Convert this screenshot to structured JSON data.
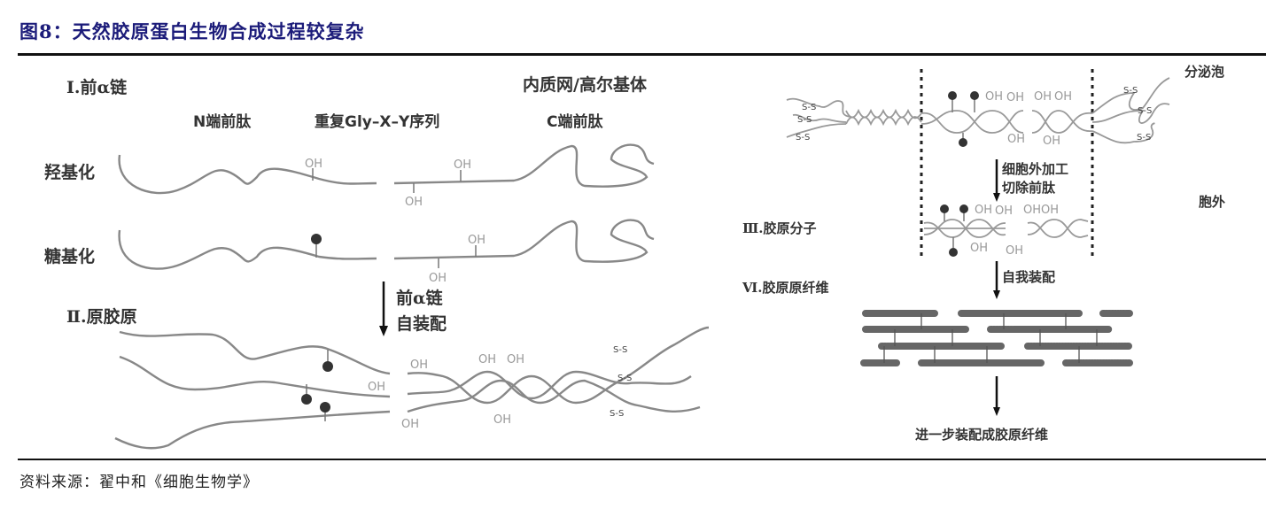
{
  "figure": {
    "title": "图8：天然胶原蛋白生物合成过程较复杂",
    "source": "资料来源：翟中和《细胞生物学》"
  },
  "left_panel": {
    "stage1_label": "Ⅰ.前α链",
    "location_label": "内质网/高尔基体",
    "column_labels": {
      "n_propeptide": "N端前肽",
      "repeat_seq": "重复Gly–X–Y序列",
      "c_propeptide": "C端前肽"
    },
    "row_labels": {
      "hydroxylation": "羟基化",
      "glycosylation": "糖基化"
    },
    "arrow_label_line1": "前α链",
    "arrow_label_line2": "自装配",
    "stage2_label": "Ⅱ.原胶原",
    "oh": "OH",
    "ss": "S-S"
  },
  "right_panel": {
    "secretory_vesicle_label": "分泌泡",
    "extracellular_label": "胞外",
    "step1_line1": "细胞外加工",
    "step1_line2": "切除前肽",
    "stage3_label": "Ⅲ.胶原分子",
    "step2_label": "自我装配",
    "stage4_label": "Ⅵ.胶原原纤维",
    "final_label": "进一步装配成胶原纤维",
    "oh": "OH",
    "ss": "S-S"
  }
}
